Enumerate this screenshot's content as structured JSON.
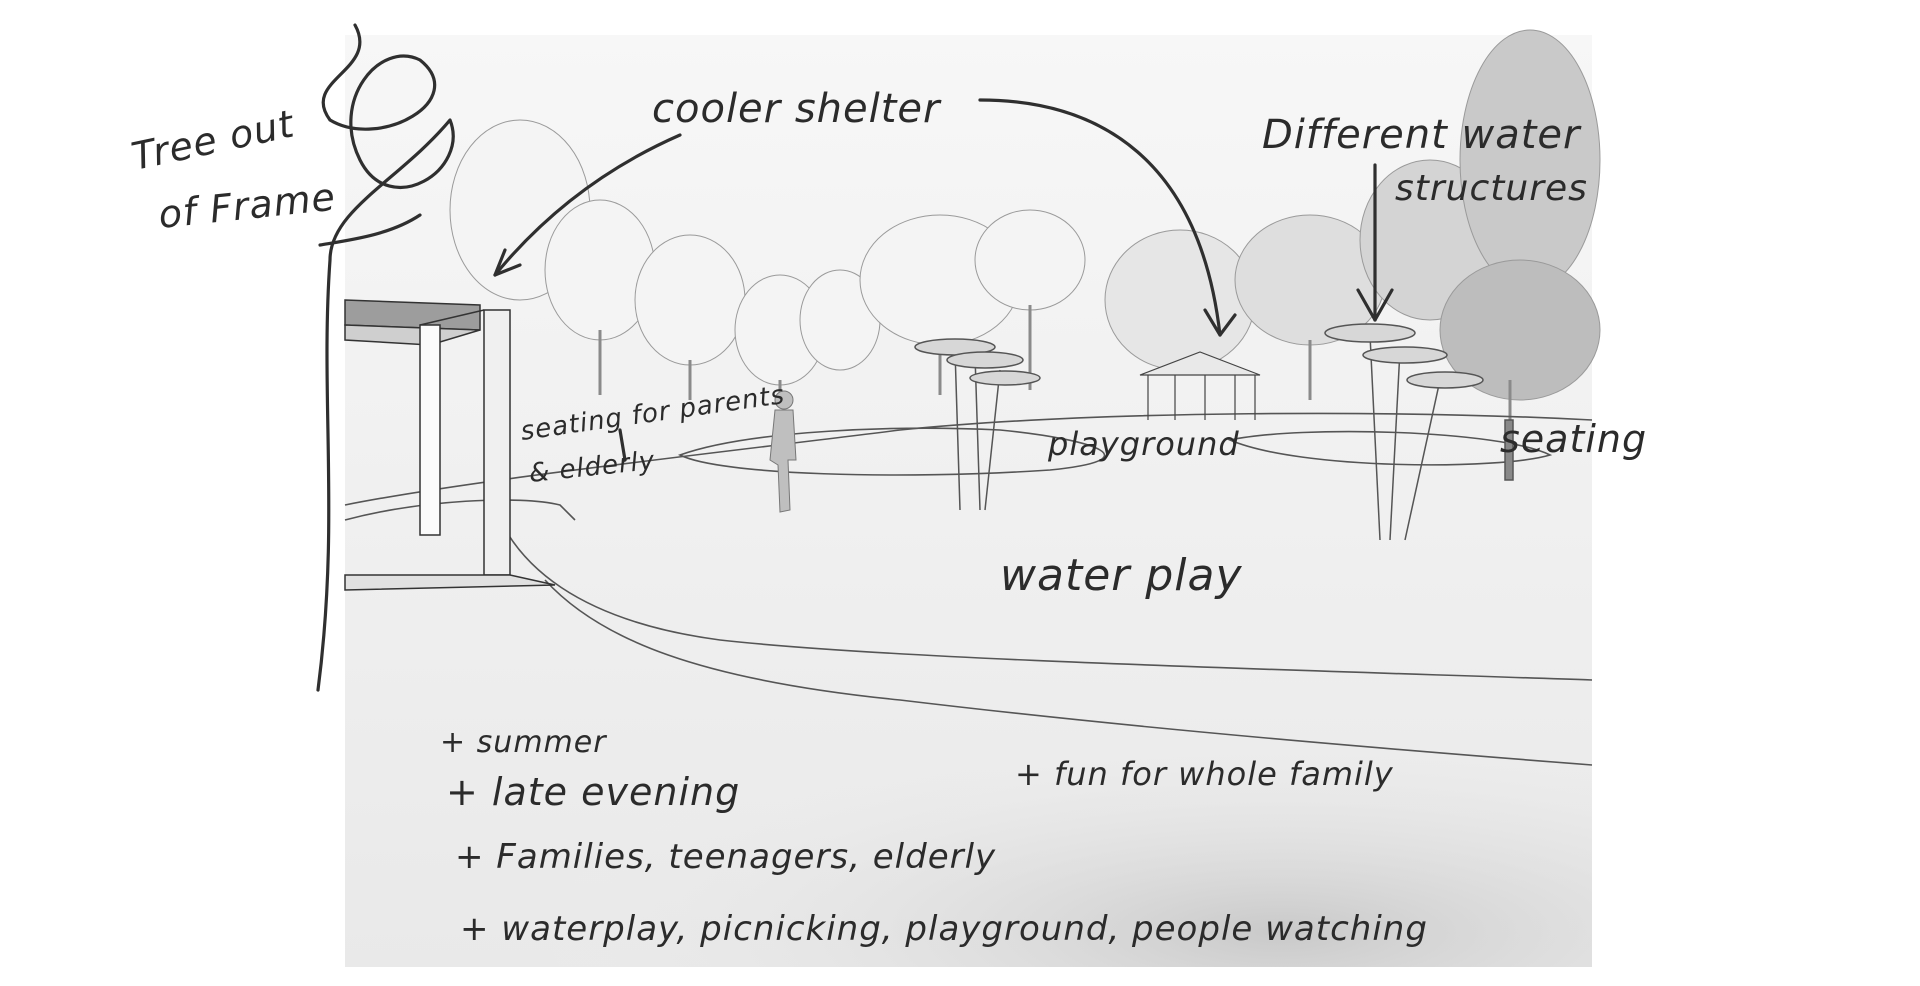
{
  "annotations": {
    "tree_note_1": "Tree out",
    "tree_note_2": "of Frame",
    "shelter": "cooler shelter",
    "water_1": "Different water",
    "water_2": "structures",
    "seating_parents_1": "seating for parents",
    "seating_parents_2": "& elderly",
    "playground": "playground",
    "seating_right": "seating",
    "water_play": "water play",
    "fun": "+ fun for whole family"
  },
  "notes": [
    "+ summer",
    "+ late evening",
    "+ Families, teenagers, elderly",
    "+ waterplay, picnicking, playground, people watching"
  ],
  "colors": {
    "ink": "#2f2f2f",
    "paper": "#ffffff",
    "render_light": "#f2f2f2",
    "render_mid": "#dcdcdc",
    "render_dark": "#b5b5b5"
  }
}
